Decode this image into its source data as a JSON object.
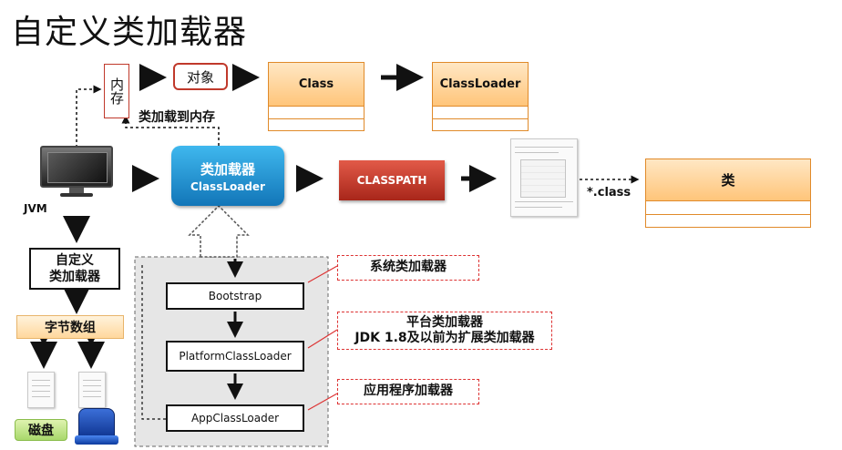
{
  "title": "自定义类加载器",
  "memory": {
    "label": "内存",
    "object_label": "对象",
    "class_label": "Class",
    "classloader_label": "ClassLoader"
  },
  "load_to_memory_label": "类加载到内存",
  "jvm_label": "JVM",
  "classloader_center": {
    "line1": "类加载器",
    "line2": "ClassLoader"
  },
  "classpath_label": "CLASSPATH",
  "dot_class_label": "*.class",
  "class_target_label": "类",
  "custom_loader": {
    "line1": "自定义",
    "line2": "类加载器"
  },
  "bytes_label": "字节数组",
  "disk_label": "磁盘",
  "chain": [
    "Bootstrap",
    "PlatformClassLoader",
    "AppClassLoader"
  ],
  "callouts": {
    "system": "系统类加载器",
    "platform_line1": "平台类加载器",
    "platform_line2": "JDK 1.8及以前为扩展类加载器",
    "app": "应用程序加载器"
  },
  "colors": {
    "orange_border": "#e08a2a",
    "blue_loader": "#1e9fd4",
    "classpath_red": "#c4382a",
    "object_border": "#c0392b"
  }
}
